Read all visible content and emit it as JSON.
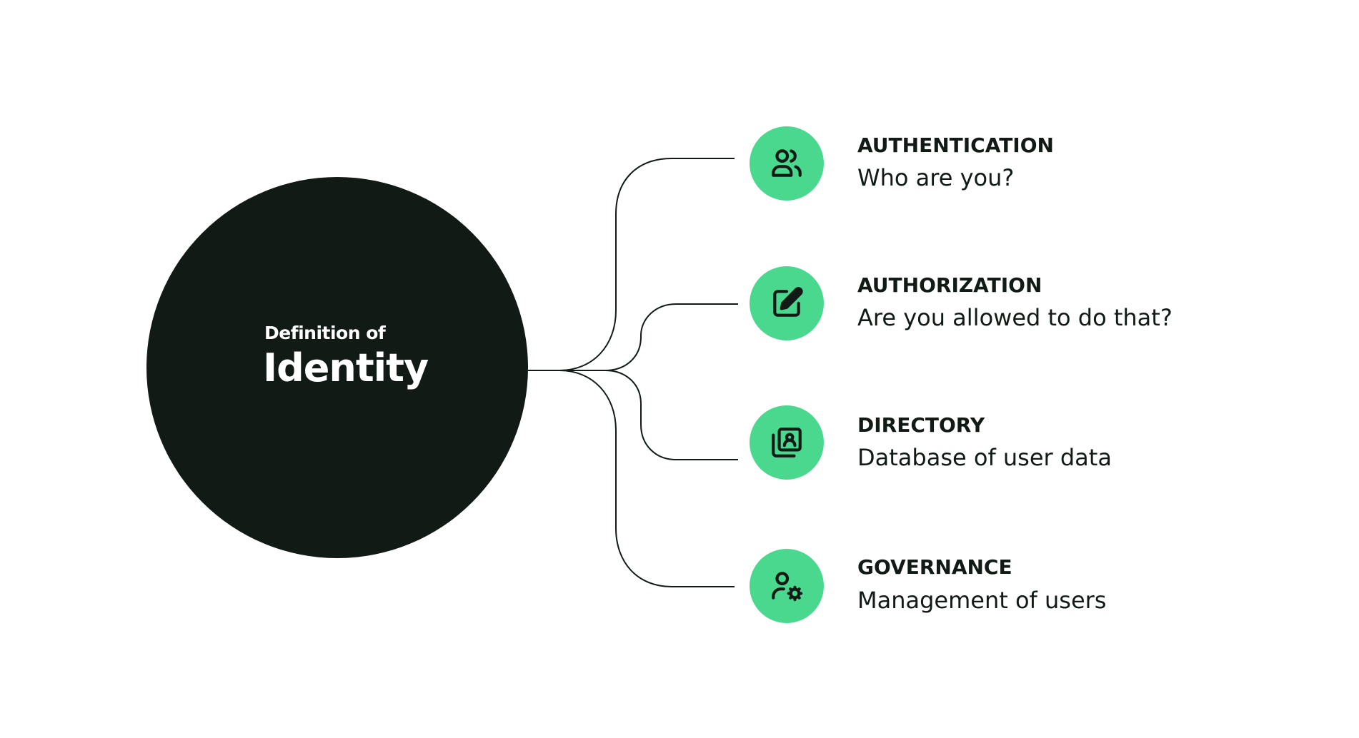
{
  "center": {
    "subtitle": "Definition of",
    "title": "Identity"
  },
  "items": [
    {
      "title": "AUTHENTICATION",
      "description": "Who are you?",
      "icon": "users-icon"
    },
    {
      "title": "AUTHORIZATION",
      "description": "Are you allowed to do that?",
      "icon": "edit-icon"
    },
    {
      "title": "DIRECTORY",
      "description": "Database of user data",
      "icon": "directory-icon"
    },
    {
      "title": "GOVERNANCE",
      "description": "Management of users",
      "icon": "user-settings-icon"
    }
  ],
  "colors": {
    "core": "#111a15",
    "accent": "#4ad88f",
    "line": "#111a15",
    "text": "#111a15"
  }
}
